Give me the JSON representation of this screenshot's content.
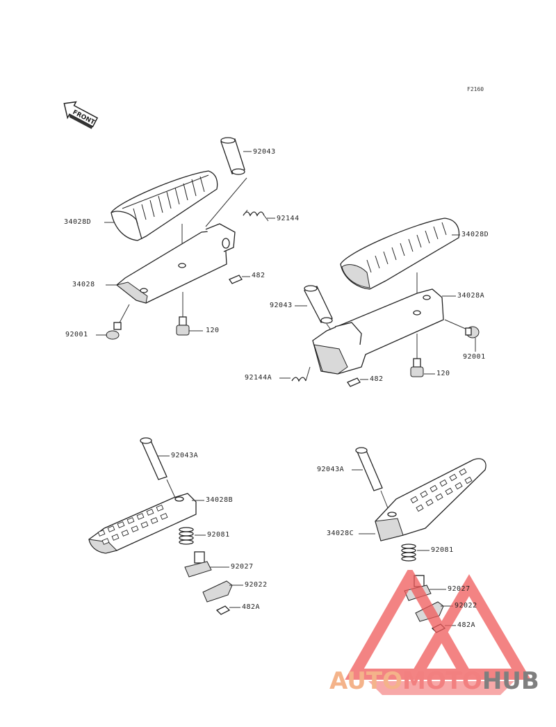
{
  "figure_code": "F2160",
  "front_label": "FRONT",
  "watermark": {
    "auto": "AUTO",
    "moto": "MOTO",
    "hub": "HUB",
    "tri_color": "#f05a5a"
  },
  "labels": {
    "l92043": "92043",
    "l92144": "92144",
    "l34028D": "34028D",
    "l34028": "34028",
    "l482a": "482",
    "l120a": "120",
    "l92001a": "92001",
    "l34028D2": "34028D",
    "l34028A": "34028A",
    "l92043b": "92043",
    "l92001b": "92001",
    "l92144A": "92144A",
    "l482b": "482",
    "l120b": "120",
    "l92043A1": "92043A",
    "l34028B": "34028B",
    "l92081a": "92081",
    "l92027a": "92027",
    "l92022a": "92022",
    "l482A1": "482A",
    "l92043A2": "92043A",
    "l34028C": "34028C",
    "l92081b": "92081",
    "l92027b": "92027",
    "l92022b": "92022",
    "l482A2": "482A"
  }
}
